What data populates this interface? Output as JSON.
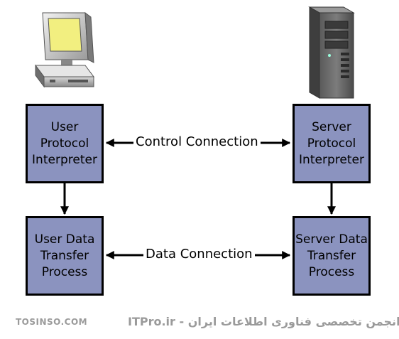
{
  "nodes": {
    "user_pi": [
      "User",
      "Protocol",
      "Interpreter"
    ],
    "server_pi": [
      "Server",
      "Protocol",
      "Interpreter"
    ],
    "user_dtp": [
      "User Data",
      "Transfer",
      "Process"
    ],
    "server_dtp": [
      "Server Data",
      "Transfer",
      "Process"
    ]
  },
  "edges": {
    "control": "Control Connection",
    "data": "Data Connection"
  },
  "watermark": {
    "left": "TOSINSO.COM",
    "right": "ITPro.ir - انجمن تخصصی فناوری اطلاعات ایران"
  },
  "icons": [
    "desktop-computer-icon",
    "server-tower-icon"
  ]
}
